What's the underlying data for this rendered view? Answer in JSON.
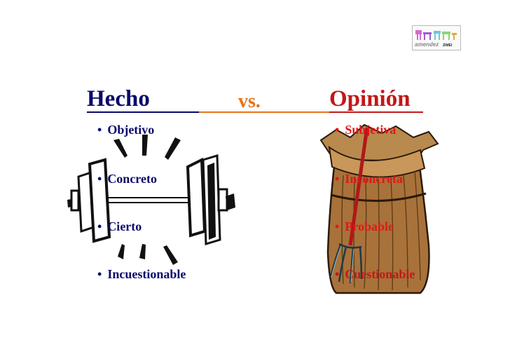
{
  "logo": {
    "text": "amendez",
    "subtext": "ZIMEI"
  },
  "header": {
    "left_title": "Hecho",
    "vs": "vs.",
    "right_title": "Opinión"
  },
  "colors": {
    "navy": "#0a0a6b",
    "orange": "#e6731c",
    "red": "#c21818"
  },
  "illustrations": {
    "left": "barbell-icon",
    "right": "haystack-pitchfork-icon"
  },
  "hecho_items": [
    "Objetivo",
    "Concreto",
    "Cierto",
    "Incuestionable"
  ],
  "opinion_items": [
    "Subjetiva",
    "Inconcreta",
    "Probable",
    "Cuestionable"
  ],
  "bullet": "•"
}
